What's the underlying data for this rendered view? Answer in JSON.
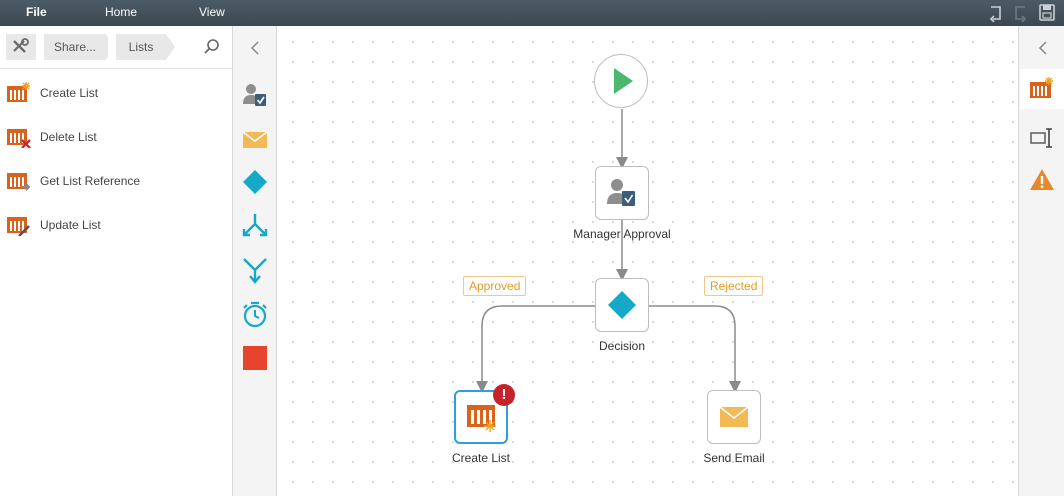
{
  "menu": {
    "file": "File",
    "home": "Home",
    "view": "View"
  },
  "toolbar_icons": [
    "undo-icon",
    "redo-icon",
    "save-icon"
  ],
  "breadcrumb": {
    "items": [
      "Share...",
      "Lists"
    ]
  },
  "left_panel": {
    "items": [
      {
        "label": "Create List",
        "icon": "create-list-icon"
      },
      {
        "label": "Delete List",
        "icon": "delete-list-icon"
      },
      {
        "label": "Get List Reference",
        "icon": "get-list-reference-icon"
      },
      {
        "label": "Update List",
        "icon": "update-list-icon"
      }
    ]
  },
  "toolbox": [
    "user-task-icon",
    "email-icon",
    "decision-icon",
    "split-icon",
    "merge-icon",
    "timer-icon",
    "end-icon"
  ],
  "workflow": {
    "nodes": {
      "start": {
        "label": ""
      },
      "manager_approval": {
        "label": "Manager Approval"
      },
      "decision": {
        "label": "Decision"
      },
      "create_list": {
        "label": "Create List",
        "status": "error"
      },
      "send_email": {
        "label": "Send Email"
      }
    },
    "branches": {
      "approved": "Approved",
      "rejected": "Rejected"
    }
  },
  "right_panel": [
    "create-list-properties-icon",
    "input-field-icon",
    "warning-icon"
  ],
  "colors": {
    "accent": "#2d9ee0",
    "green": "#4bb86e",
    "orange": "#d9631c",
    "teal": "#14a9c8",
    "red": "#e8432e",
    "error": "#c4232b"
  }
}
